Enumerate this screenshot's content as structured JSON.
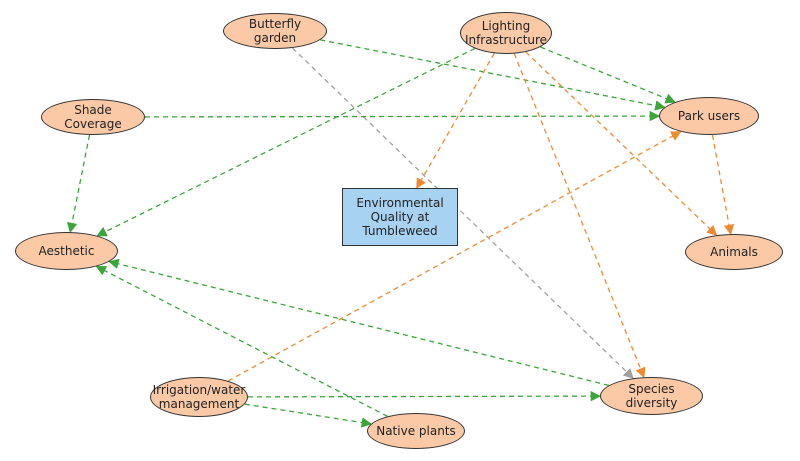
{
  "colors": {
    "green": "#3aa63a",
    "orange": "#f08a30",
    "gray": "#a0a0a0",
    "node_fill": "#fbc9a6",
    "center_fill": "#a7d2f2"
  },
  "nodes": {
    "butterfly_garden": "Butterfly garden",
    "lighting": "Lighting\nInfrastructure",
    "shade": "Shade Coverage",
    "park_users": "Park users",
    "center": "Environmental\nQuality at\nTumbleweed",
    "aesthetic": "Aesthetic",
    "animals": "Animals",
    "irrigation": "Irrigation/water\nmanagement",
    "species": "Species diversity",
    "native_plants": "Native plants"
  },
  "edges": [
    {
      "from": "butterfly_garden",
      "to": "park_users",
      "color": "green"
    },
    {
      "from": "butterfly_garden",
      "to": "species",
      "color": "gray"
    },
    {
      "from": "lighting",
      "to": "park_users",
      "color": "green"
    },
    {
      "from": "lighting",
      "to": "aesthetic",
      "color": "green"
    },
    {
      "from": "lighting",
      "to": "center",
      "color": "orange"
    },
    {
      "from": "lighting",
      "to": "animals",
      "color": "orange"
    },
    {
      "from": "lighting",
      "to": "species",
      "color": "orange"
    },
    {
      "from": "shade",
      "to": "park_users",
      "color": "green"
    },
    {
      "from": "shade",
      "to": "aesthetic",
      "color": "green"
    },
    {
      "from": "park_users",
      "to": "animals",
      "color": "orange"
    },
    {
      "from": "irrigation",
      "to": "park_users",
      "color": "orange"
    },
    {
      "from": "irrigation",
      "to": "species",
      "color": "green"
    },
    {
      "from": "irrigation",
      "to": "native_plants",
      "color": "green"
    },
    {
      "from": "native_plants",
      "to": "aesthetic",
      "color": "green"
    },
    {
      "from": "species",
      "to": "aesthetic",
      "color": "green"
    }
  ]
}
